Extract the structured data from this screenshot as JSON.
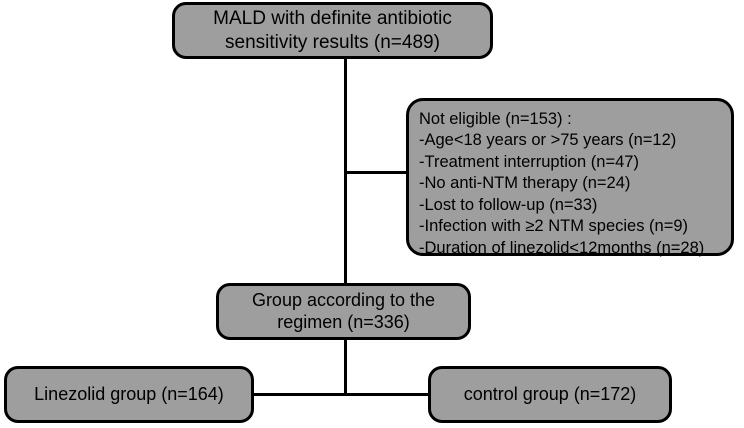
{
  "diagram": {
    "title": "Study participant flow diagram",
    "type": "flowchart",
    "colors": {
      "node_fill": "#9e9e9e",
      "node_border": "#000000",
      "connector": "#000000",
      "background": "#ffffff",
      "text": "#000000"
    },
    "nodes": {
      "source": {
        "id": "source-population",
        "text": "MALD with definite antibiotic\nsensitivity results (n=489)",
        "count": 489
      },
      "excluded": {
        "id": "not-eligible",
        "heading": "Not eligible  (n=153) :",
        "count": 153,
        "text": "Not eligible  (n=153) :\n-Age<18 years or >75 years  (n=12)\n-Treatment interruption  (n=47)\n-No anti-NTM therapy  (n=24)\n-Lost to follow-up  (n=33)\n-Infection with ≥2 NTM species  (n=9)\n-Duration of linezolid<12months (n=28)",
        "criteria": [
          {
            "label": "-Age<18 years or >75 years  (n=12)",
            "count": 12
          },
          {
            "label": "-Treatment interruption  (n=47)",
            "count": 47
          },
          {
            "label": "-No anti-NTM therapy  (n=24)",
            "count": 24
          },
          {
            "label": "-Lost to follow-up  (n=33)",
            "count": 33
          },
          {
            "label": "-Infection with ≥2 NTM species  (n=9)",
            "count": 9
          },
          {
            "label": "-Duration of linezolid<12months (n=28)",
            "count": 28
          }
        ]
      },
      "grouped": {
        "id": "grouped-by-regimen",
        "text": "Group according to the\nregimen (n=336)",
        "count": 336
      },
      "linezolid": {
        "id": "linezolid-group",
        "text": "Linezolid group (n=164)",
        "count": 164
      },
      "control": {
        "id": "control-group",
        "text": "control group (n=172)",
        "count": 172
      }
    }
  }
}
